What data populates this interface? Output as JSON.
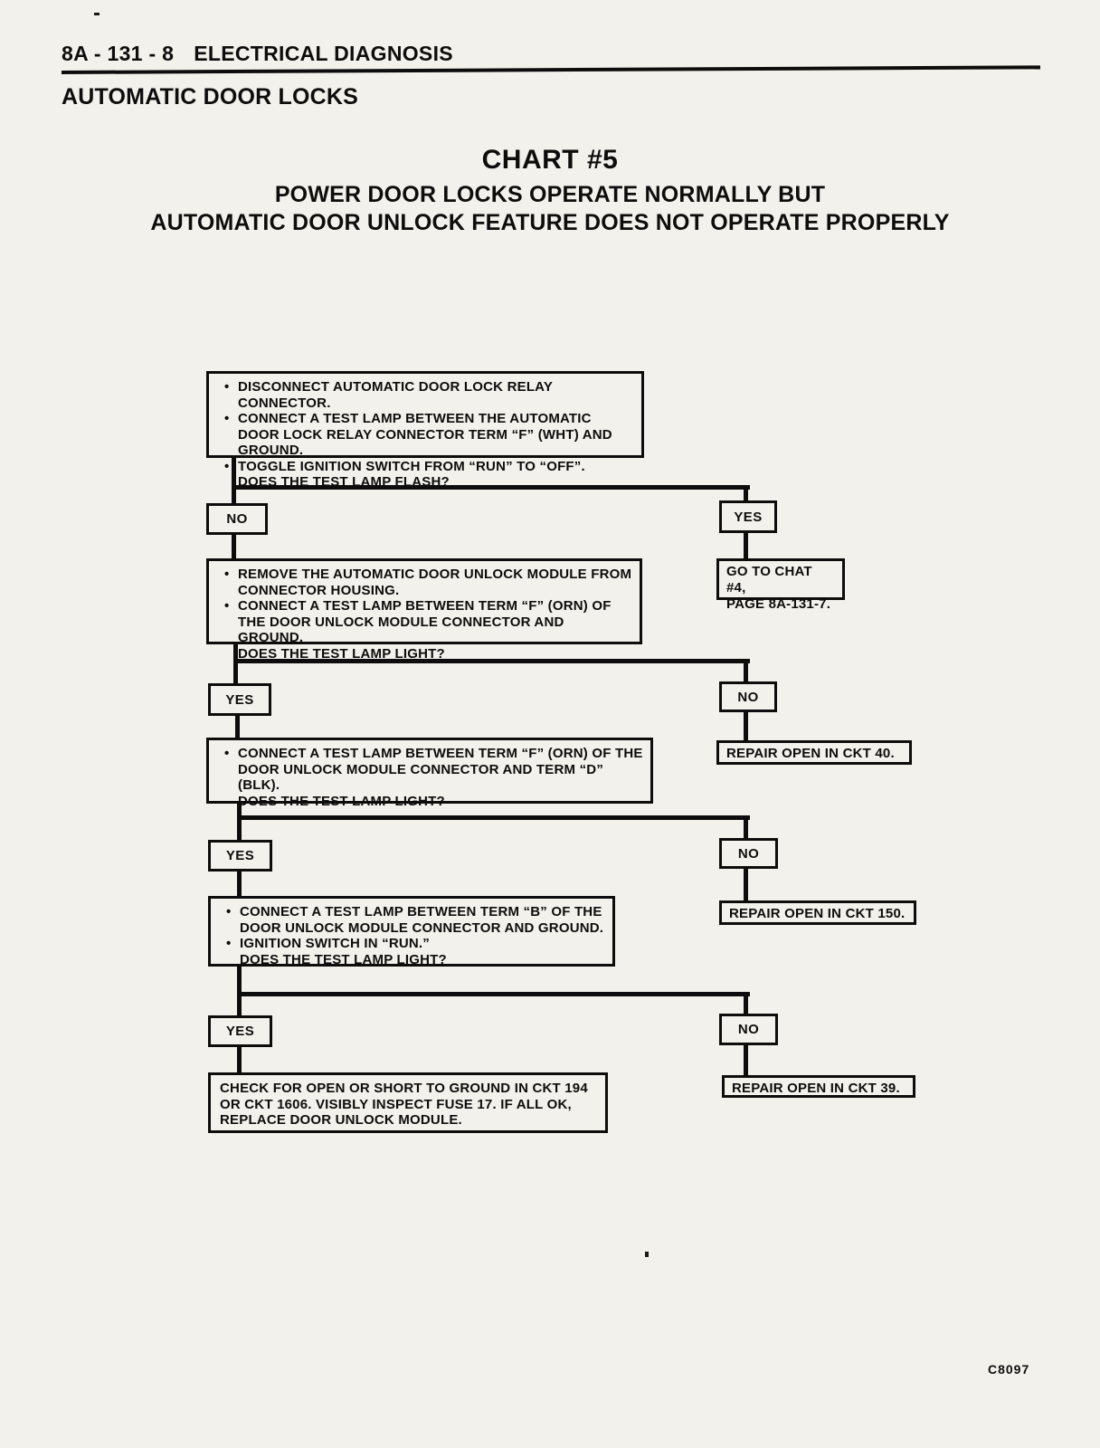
{
  "page": {
    "header_page_no": "8A - 131 - 8",
    "header_title": "ELECTRICAL DIAGNOSIS",
    "section_title": "AUTOMATIC DOOR LOCKS",
    "chart_title": "CHART #5",
    "chart_subtitle1": "POWER DOOR LOCKS OPERATE NORMALLY BUT",
    "chart_subtitle2": "AUTOMATIC DOOR UNLOCK FEATURE DOES NOT OPERATE PROPERLY",
    "figure_code": "C8097"
  },
  "flowchart": {
    "box1": {
      "lines": [
        {
          "text": "DISCONNECT AUTOMATIC DOOR LOCK RELAY CONNECTOR."
        },
        {
          "text": "CONNECT A TEST LAMP BETWEEN THE AUTOMATIC DOOR LOCK RELAY CONNECTOR TERM “F” (WHT) AND GROUND."
        },
        {
          "text": "TOGGLE IGNITION SWITCH FROM “RUN” TO “OFF”."
        },
        {
          "text": "DOES THE TEST LAMP FLASH?"
        }
      ]
    },
    "d1_no": "NO",
    "d1_yes": "YES",
    "goto_chart": {
      "line1": "GO TO CHAT #4,",
      "line2": "PAGE 8A-131-7."
    },
    "box2": {
      "lines": [
        {
          "text": "REMOVE THE AUTOMATIC DOOR UNLOCK MODULE FROM CONNECTOR HOUSING."
        },
        {
          "text": "CONNECT A TEST LAMP BETWEEN TERM “F” (ORN) OF THE DOOR UNLOCK MODULE CONNECTOR AND GROUND."
        },
        {
          "text": "DOES THE TEST LAMP LIGHT?"
        }
      ]
    },
    "d2_yes": "YES",
    "d2_no": "NO",
    "repair40": "REPAIR OPEN IN CKT 40.",
    "box3": {
      "lines": [
        {
          "text": "CONNECT A TEST LAMP BETWEEN TERM “F” (ORN) OF THE DOOR UNLOCK MODULE CONNECTOR AND TERM “D” (BLK)."
        },
        {
          "text": "DOES THE TEST LAMP LIGHT?"
        }
      ]
    },
    "d3_yes": "YES",
    "d3_no": "NO",
    "repair150": "REPAIR OPEN IN CKT 150.",
    "box4": {
      "lines": [
        {
          "text": "CONNECT A TEST LAMP BETWEEN TERM “B” OF THE DOOR UNLOCK MODULE CONNECTOR AND GROUND."
        },
        {
          "text": "IGNITION SWITCH IN “RUN.”"
        },
        {
          "text": "DOES THE TEST LAMP LIGHT?"
        }
      ]
    },
    "d4_yes": "YES",
    "d4_no": "NO",
    "final_box": {
      "lines": [
        {
          "text": "CHECK FOR OPEN OR SHORT TO GROUND IN CKT 194 OR CKT 1606. VISIBLY INSPECT FUSE 17. IF ALL OK, REPLACE DOOR UNLOCK MODULE."
        }
      ]
    },
    "repair39": "REPAIR OPEN IN CKT 39."
  }
}
